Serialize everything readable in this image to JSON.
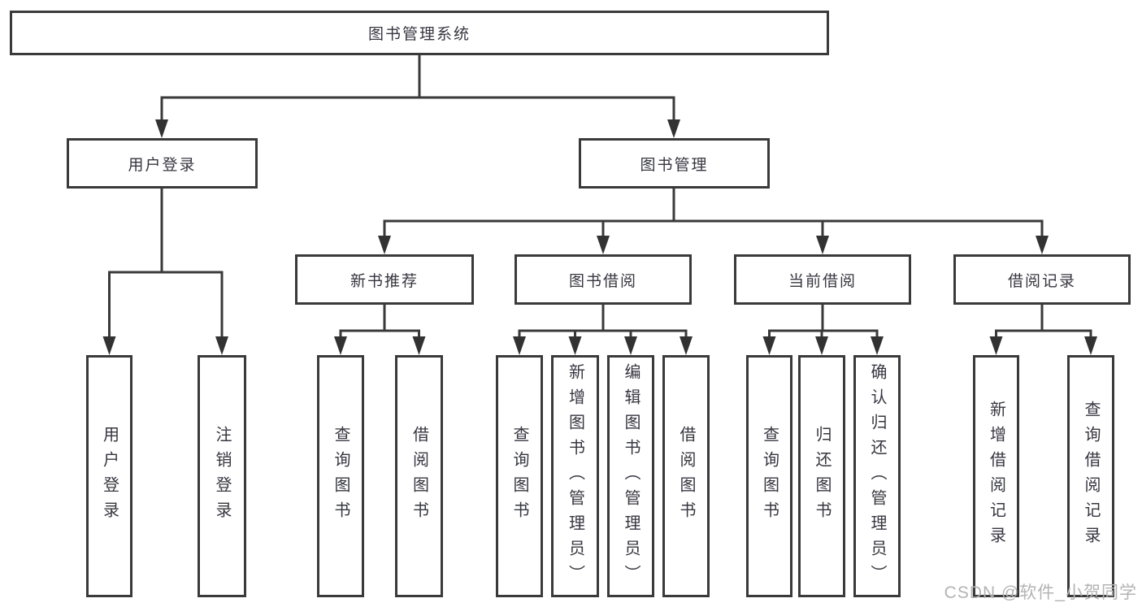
{
  "diagram": {
    "root": "图书管理系统",
    "level2": [
      {
        "label": "用户登录",
        "children": [
          "用户登录",
          "注销登录"
        ]
      },
      {
        "label": "图书管理",
        "children": [
          {
            "label": "新书推荐",
            "children": [
              "查询图书",
              "借阅图书"
            ]
          },
          {
            "label": "图书借阅",
            "children": [
              "查询图书",
              "新增图书（管理员）",
              "编辑图书（管理员）",
              "借阅图书"
            ]
          },
          {
            "label": "当前借阅",
            "children": [
              "查询图书",
              "归还图书",
              "确认归还（管理员）"
            ]
          },
          {
            "label": "借阅记录",
            "children": [
              "新增借阅记录",
              "查询借阅记录"
            ]
          }
        ]
      }
    ]
  },
  "colors": {
    "line": "#3a3a3a",
    "text": "#363640",
    "watermark": "#b3b3b3"
  },
  "watermark": {
    "text": "CSDN @软件_小贺同学"
  }
}
